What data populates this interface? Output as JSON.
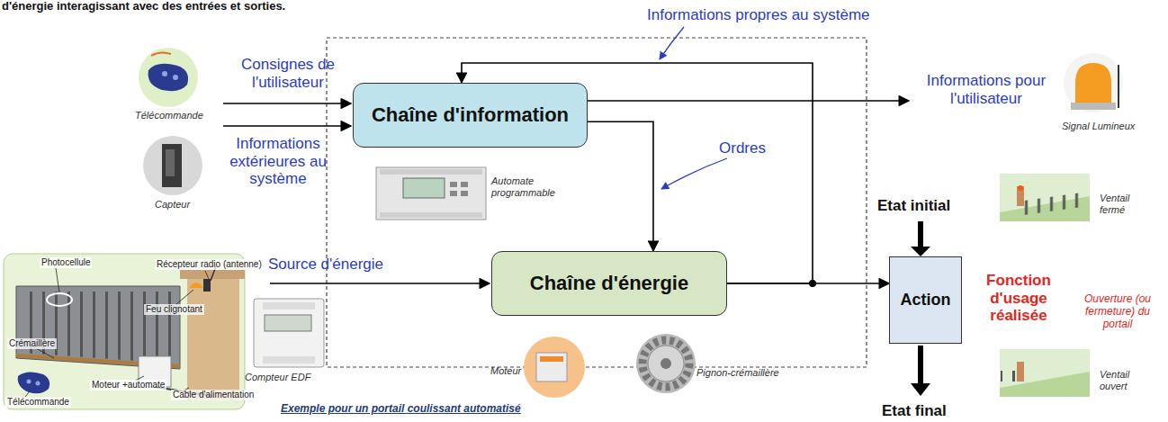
{
  "diagram": {
    "caption": "Exemple pour un portail coulissant automatisé",
    "nodes": [
      {
        "text": [
          "Chaîne d'information"
        ]
      },
      {
        "text": [
          "Chaîne d'énergie"
        ]
      },
      {
        "text": [
          "Action"
        ]
      }
    ],
    "edges": [
      {
        "from": 0,
        "to": 1,
        "arrow": "to",
        "label": "Ordres"
      },
      {
        "from": 1,
        "to": 2,
        "arrow": "to"
      },
      {
        "from": 1,
        "to": 0,
        "arrow": "to",
        "label": "Informations propres au système"
      }
    ],
    "labels": [
      "d'énergie interagissant avec des entrées et sorties.",
      "Consignes de l'utilisateur",
      "Informations extérieures au système",
      "Télécommande",
      "Capteur",
      "Automate programmable",
      "Informations pour l'utilisateur",
      "Signal Lumineux",
      "Source d'énergie",
      "Compteur EDF",
      "Moteur",
      "Pignon-crémaillère",
      "Etat initial",
      "Etat final",
      "Ventail fermé",
      "Ventail ouvert",
      "Fonction d'usage réalisée",
      "Ouverture (ou fermeture) du portail",
      "Photocellule",
      "Récepteur radio (antenne)",
      "Feu clignotant",
      "Crémaillère",
      "Moteur +automate",
      "Télécommande",
      "Cable d'alimentation"
    ]
  }
}
